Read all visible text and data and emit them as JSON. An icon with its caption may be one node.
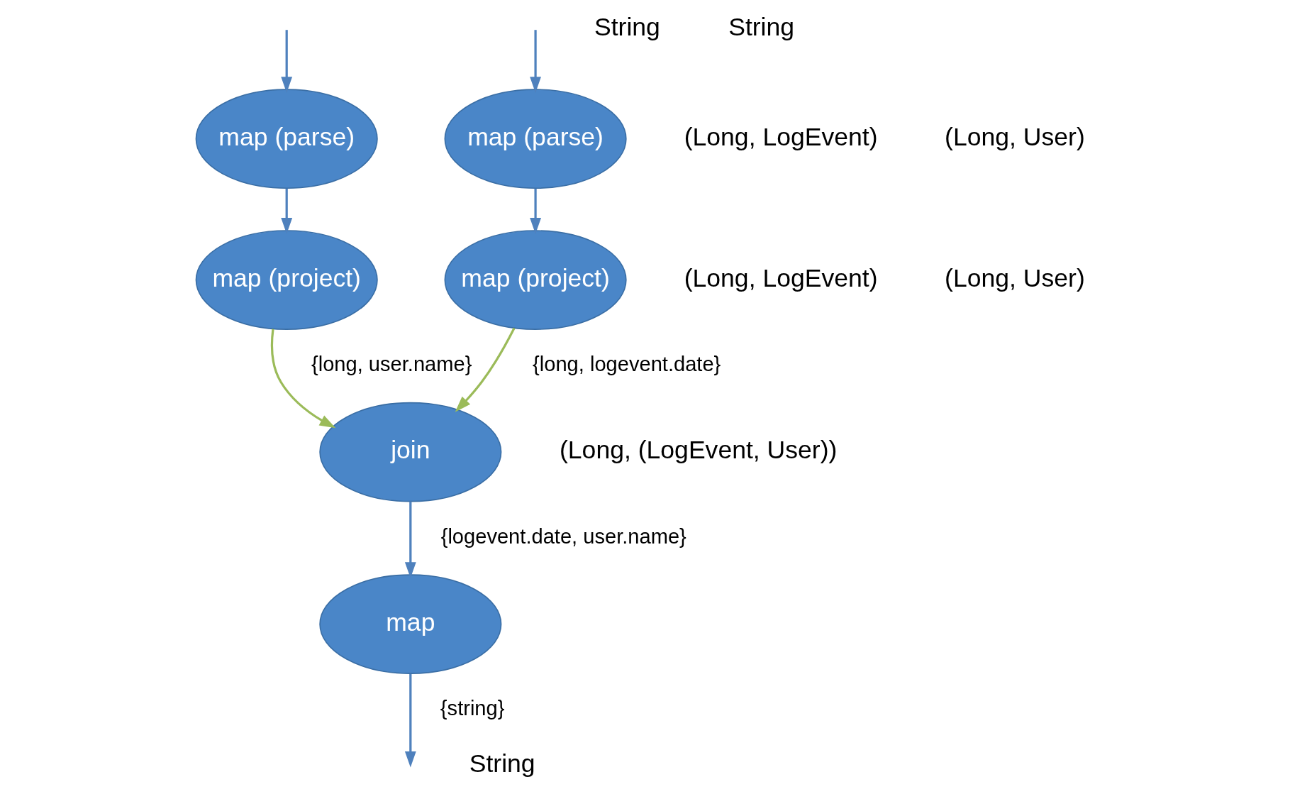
{
  "diagram": {
    "nodes": [
      {
        "text": [
          "map (parse)"
        ]
      },
      {
        "text": [
          "map (parse)"
        ]
      },
      {
        "text": [
          "map (project)"
        ]
      },
      {
        "text": [
          "map (project)"
        ]
      },
      {
        "text": [
          "join"
        ]
      },
      {
        "text": [
          "map"
        ]
      }
    ],
    "edges": [
      {
        "from": null,
        "to": 0,
        "arrow": "to"
      },
      {
        "from": null,
        "to": 1,
        "arrow": "to"
      },
      {
        "from": 0,
        "to": 2,
        "arrow": "to"
      },
      {
        "from": 1,
        "to": 3,
        "arrow": "to"
      },
      {
        "from": 2,
        "to": 4,
        "arrow": "to",
        "label": "{long, logevent.date}",
        "color": "#9bbb59"
      },
      {
        "from": 3,
        "to": 4,
        "arrow": "to",
        "label": "{long, user.name}",
        "color": "#9bbb59"
      },
      {
        "from": 4,
        "to": 5,
        "arrow": "to",
        "label": "{logevent.date, user.name}"
      },
      {
        "from": 5,
        "to": null,
        "arrow": "to",
        "label": "{string}"
      }
    ],
    "labels": [
      "String",
      "String",
      "(Long, LogEvent)",
      "(Long, User)",
      "(Long, LogEvent)",
      "(Long, User)",
      "(Long, (LogEvent, User))",
      "String"
    ]
  }
}
